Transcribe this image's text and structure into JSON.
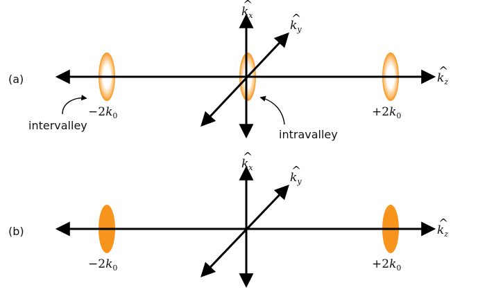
{
  "panels": {
    "a": {
      "label": "(a)",
      "axes": {
        "x": "k",
        "x_sub": "x",
        "y": "k",
        "y_sub": "y",
        "z": "k",
        "z_sub": "z",
        "hat": "^"
      },
      "left_point": {
        "sign": "−",
        "coef": "2",
        "var": "k",
        "sub": "0"
      },
      "right_point": {
        "sign": "+",
        "coef": "2",
        "var": "k",
        "sub": "0"
      },
      "annotations": {
        "intervalley": "intervalley",
        "intravalley": "intravalley"
      }
    },
    "b": {
      "label": "(b)",
      "axes": {
        "x": "k",
        "x_sub": "x",
        "y": "k",
        "y_sub": "y",
        "z": "k",
        "z_sub": "z",
        "hat": "^"
      },
      "left_point": {
        "sign": "−",
        "coef": "2",
        "var": "k",
        "sub": "0"
      },
      "right_point": {
        "sign": "+",
        "coef": "2",
        "var": "k",
        "sub": "0"
      }
    }
  },
  "colors": {
    "orange": "#f7941d",
    "axis": "#000000",
    "glow_center": "#ffffff"
  }
}
